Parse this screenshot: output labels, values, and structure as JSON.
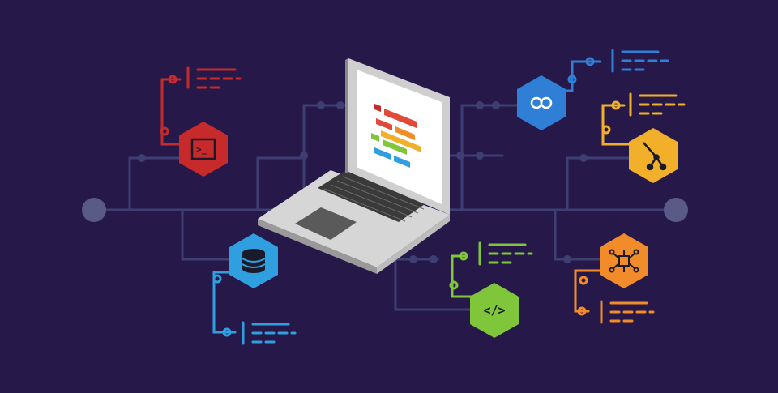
{
  "background_color": "#26194a",
  "circuit_color": "#3d3f72",
  "node_color": "#5a5a86",
  "laptop": {
    "screen_bars": [
      {
        "color": "#c62a2a"
      },
      {
        "color": "#e04a3a"
      },
      {
        "color": "#f28c2a"
      },
      {
        "color": "#f2b02a"
      },
      {
        "color": "#7fc63a"
      },
      {
        "color": "#2f9fe0"
      }
    ]
  },
  "hex_icons": [
    {
      "id": "terminal",
      "icon": "terminal-icon",
      "color": "#c62a2a",
      "glyph": ">_"
    },
    {
      "id": "database",
      "icon": "database-icon",
      "color": "#2f9fe0",
      "glyph": ""
    },
    {
      "id": "pipeline",
      "icon": "infinity-loop-icon",
      "color": "#2f7fd6",
      "glyph": ""
    },
    {
      "id": "git",
      "icon": "git-branch-icon",
      "color": "#f2b02a",
      "glyph": ""
    },
    {
      "id": "code",
      "icon": "code-brackets-icon",
      "color": "#7fc63a",
      "glyph": "</>"
    },
    {
      "id": "network",
      "icon": "network-nodes-icon",
      "color": "#f28c2a",
      "glyph": ""
    }
  ]
}
